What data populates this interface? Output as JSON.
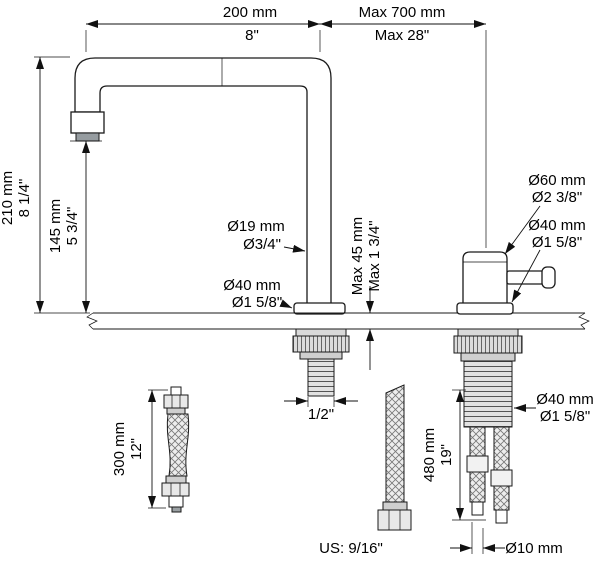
{
  "dims": {
    "reach": {
      "mm": "200 mm",
      "in": "8\""
    },
    "max_reach": {
      "mm": "Max 700 mm",
      "in": "Max 28\""
    },
    "height": {
      "mm": "210 mm",
      "in": "8 1/4\""
    },
    "spout_height": {
      "mm": "145 mm",
      "in": "5 3/4\""
    },
    "spout_dia": {
      "mm": "Ø19 mm",
      "in": "Ø3/4\""
    },
    "spout_base_dia": {
      "mm": "Ø40 mm",
      "in": "Ø1 5/8\""
    },
    "deck_thickness": {
      "mm": "Max 45 mm",
      "in": "Max 1 3/4\""
    },
    "handle_dia": {
      "mm": "Ø60 mm",
      "in": "Ø2 3/8\""
    },
    "handle_base_dia": {
      "mm": "Ø40 mm",
      "in": "Ø1 5/8\""
    },
    "shank_thread": "1/2\"",
    "side_hose_length": {
      "mm": "300 mm",
      "in": "12\""
    },
    "supply_hose_length": {
      "mm": "480 mm",
      "in": "19\""
    },
    "valve_dia": {
      "mm": "Ø40 mm",
      "in": "Ø1 5/8\""
    },
    "us_connection": "US: 9/16\"",
    "hose_dia": "Ø10 mm"
  }
}
